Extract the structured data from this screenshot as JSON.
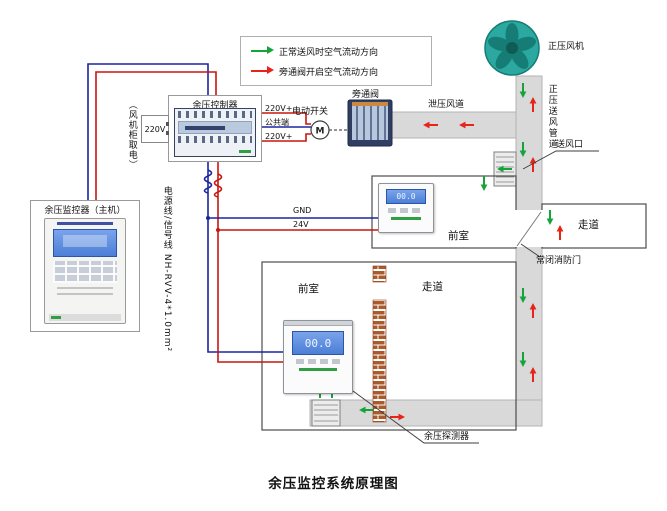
{
  "title": "余压监控系统原理图",
  "colors": {
    "green": "#17a33c",
    "red": "#e62419",
    "duct": "#d9d9d9",
    "teal": "#2ba9a1",
    "tealdark": "#167c76",
    "wireblue": "#1c25a0",
    "wirered": "#c8170f",
    "brick": "#aa5a2b",
    "lcd": "#4c7fd6"
  },
  "legend": {
    "normal": {
      "label": "正常送风时空气流动方向"
    },
    "bypass": {
      "label": "旁通阀开启空气流动方向"
    }
  },
  "labels": {
    "fan": "正压风机",
    "supply_duct": "正压送风管道",
    "relief_duct": "泄压风道",
    "bypass_valve": "旁通阀",
    "electric_switch": "电动开关",
    "motor": "M",
    "controller": "余压控制器",
    "terminal_220v_top": "220V+",
    "terminal_common": "公共端",
    "terminal_220v_bottom": "220V+",
    "power_220v": "220V",
    "fan_cabinet_power": "（风机柜取电）",
    "monitor": "余压监控器（主机）",
    "cable": "电源线/信号线",
    "cable_spec": "NH-RVV-4*1.0mm²",
    "gnd": "GND",
    "v24": "24V",
    "air_outlet": "送风口",
    "front_room_upper": "前室",
    "corridor_upper": "走道",
    "fire_door": "常闭消防门",
    "front_room_lower": "前室",
    "corridor_lower": "走道",
    "detector": "余压探测器",
    "lcd_value": "00.0"
  }
}
